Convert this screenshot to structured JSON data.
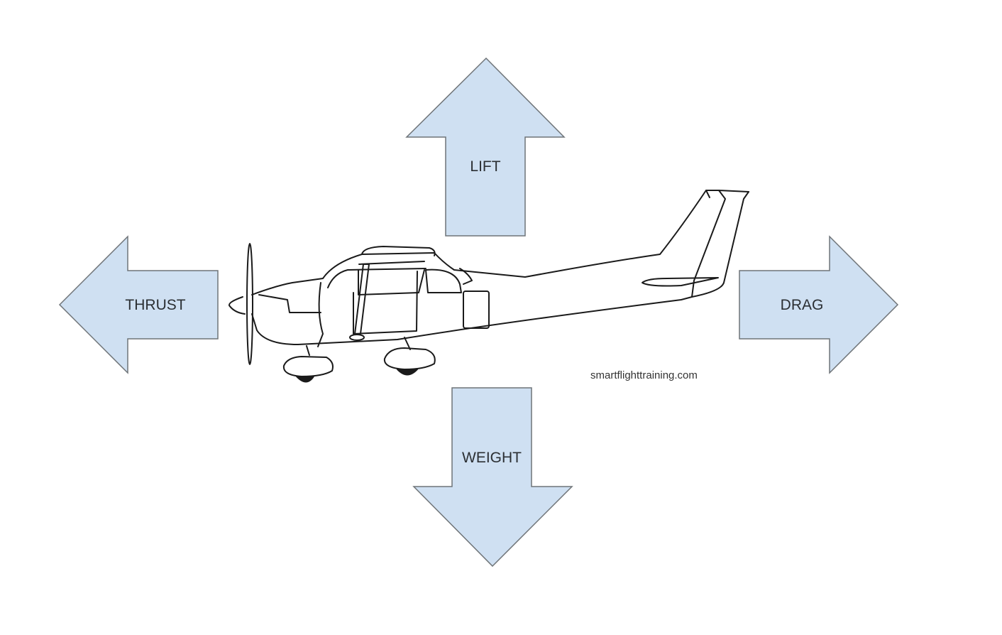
{
  "forces": {
    "lift": "LIFT",
    "thrust": "THRUST",
    "drag": "DRAG",
    "weight": "WEIGHT"
  },
  "credit": "smartflighttraining.com",
  "colors": {
    "arrow_fill": "#cfe0f2",
    "arrow_stroke": "#6f7478"
  }
}
